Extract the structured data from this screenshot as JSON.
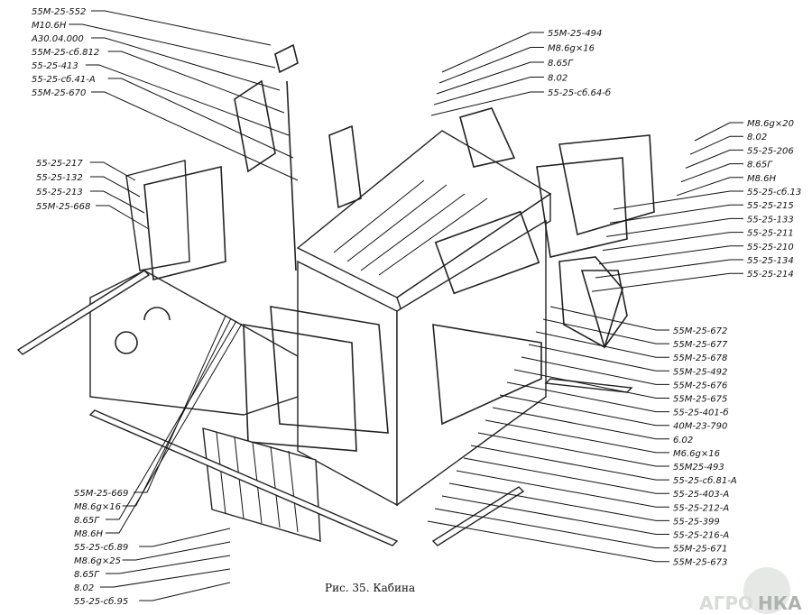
{
  "figure": {
    "caption": "Рис. 35. Кабина",
    "watermark": "АГРО НКА",
    "labels_top_left": [
      "55M-25-552",
      "M10.6H",
      "A30.04.000",
      "55M-25-сб.812",
      "55-25-413",
      "55-25-сб.41-А",
      "55M-25-670"
    ],
    "labels_left_mid": [
      "55-25-217",
      "55-25-132",
      "55-25-213",
      "55M-25-668"
    ],
    "labels_top_right": [
      "55M-25-494",
      "M8.6g×16",
      "8.65Г",
      "8.02",
      "55-25-сб.64-б"
    ],
    "labels_right": [
      "M8.6g×20",
      "8.02",
      "55-25-206",
      "8.65Г",
      "M8.6H",
      "55-25-сб.13",
      "55-25-215",
      "55-25-133",
      "55-25-211",
      "55-25-210",
      "55-25-134",
      "55-25-214"
    ],
    "labels_right_lower": [
      "55M-25-672",
      "55M-25-677",
      "55M-25-678",
      "55M-25-492",
      "55M-25-676",
      "55M-25-675",
      "55-25-401-б",
      "40M-23-790",
      "6.02",
      "M6.6g×16",
      "55M25-493",
      "55-25-сб.81-А",
      "55-25-403-А",
      "55-25-212-А",
      "55-25-399",
      "55-25-216-А",
      "55M-25-671",
      "55M-25-673"
    ],
    "labels_bottom_left": [
      "55M-25-669",
      "M8.6g×16",
      "8.65Г",
      "M8.6H",
      "55-25-сб.89",
      "M8.6g×25",
      "8.65Г",
      "8.02",
      "55-25-сб.95"
    ]
  }
}
